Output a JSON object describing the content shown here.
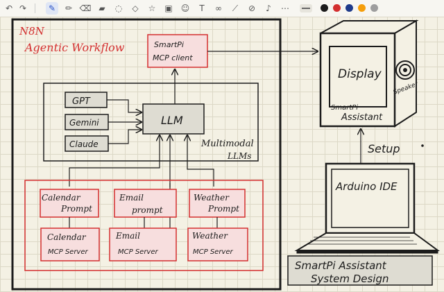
{
  "toolbar": {
    "tools": [
      {
        "name": "undo-icon",
        "glyph": "↶"
      },
      {
        "name": "redo-icon",
        "glyph": "↷"
      },
      {
        "name": "pen-icon",
        "glyph": "✎"
      },
      {
        "name": "pencil-icon",
        "glyph": "✏"
      },
      {
        "name": "eraser-icon",
        "glyph": "⌫"
      },
      {
        "name": "highlighter-icon",
        "glyph": "▰"
      },
      {
        "name": "lasso-icon",
        "glyph": "◌"
      },
      {
        "name": "shapes-icon",
        "glyph": "◇"
      },
      {
        "name": "star-icon",
        "glyph": "☆"
      },
      {
        "name": "image-icon",
        "glyph": "▣"
      },
      {
        "name": "sticker-icon",
        "glyph": "☺"
      },
      {
        "name": "text-icon",
        "glyph": "T"
      },
      {
        "name": "link-icon",
        "glyph": "∞"
      },
      {
        "name": "ruler-icon",
        "glyph": "⟋"
      },
      {
        "name": "color-picker-icon",
        "glyph": "⊘"
      },
      {
        "name": "mic-icon",
        "glyph": "♪"
      },
      {
        "name": "ellipsis-icon",
        "glyph": "⋯"
      }
    ],
    "colors": [
      "#1b1b1b",
      "#d32f2f",
      "#1e3a8a",
      "#f59e0b",
      "#9e9e9e"
    ]
  },
  "diagram": {
    "title_line1": "N8N",
    "title_line2": "Agentic Workflow",
    "mcp_client_line1": "SmartPi",
    "mcp_client_line2": "MCP client",
    "llms": [
      "GPT",
      "Gemini",
      "Claude"
    ],
    "llm_label": "LLM",
    "multimodal_line1": "Multimodal",
    "multimodal_line2": "LLMs",
    "prompts": [
      {
        "line1": "Calendar",
        "line2": "Prompt"
      },
      {
        "line1": "Email",
        "line2": "prompt"
      },
      {
        "line1": "Weather",
        "line2": "Prompt"
      }
    ],
    "servers": [
      {
        "line1": "Calendar",
        "line2": "MCP Server"
      },
      {
        "line1": "Email",
        "line2": "MCP Server"
      },
      {
        "line1": "Weather",
        "line2": "MCP Server"
      }
    ],
    "device": {
      "display_label": "Display",
      "speaker_label": "Speaker",
      "name_line1": "SmartPi",
      "name_line2": "Assistant"
    },
    "setup_label": "Setup",
    "laptop_label": "Arduino IDE",
    "footer_line1": "SmartPi Assistant",
    "footer_line2": "System Design"
  }
}
